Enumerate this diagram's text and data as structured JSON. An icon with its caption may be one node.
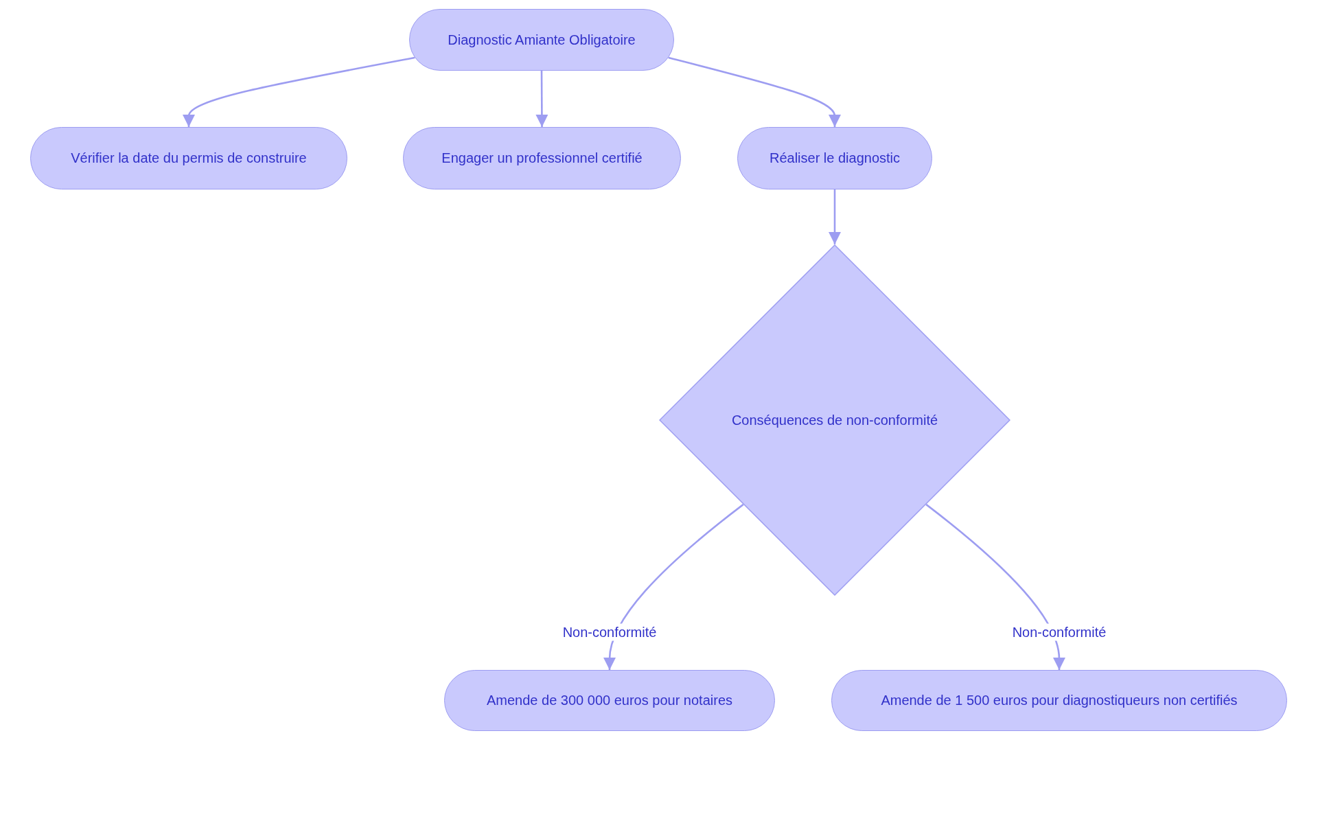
{
  "diagram": {
    "nodes": [
      {
        "text": [
          "Diagnostic Amiante Obligatoire"
        ]
      },
      {
        "text": [
          "Vérifier la date du permis de construire"
        ]
      },
      {
        "text": [
          "Engager un professionnel certifié"
        ]
      },
      {
        "text": [
          "Réaliser le diagnostic"
        ]
      },
      {
        "text": [
          "Conséquences de non-conformité"
        ]
      },
      {
        "text": [
          "Amende de 300 000 euros pour notaires"
        ]
      },
      {
        "text": [
          "Amende de 1 500 euros pour diagnostiqueurs non certifiés"
        ]
      }
    ],
    "edges": [
      {
        "from": 0,
        "to": 1,
        "arrow": "to"
      },
      {
        "from": 0,
        "to": 2,
        "arrow": "to"
      },
      {
        "from": 0,
        "to": 3,
        "arrow": "to"
      },
      {
        "from": 3,
        "to": 4,
        "arrow": "to"
      },
      {
        "from": 4,
        "to": 5,
        "arrow": "to",
        "label": "Non-conformité"
      },
      {
        "from": 4,
        "to": 6,
        "arrow": "to",
        "label": "Non-conformité"
      }
    ]
  }
}
